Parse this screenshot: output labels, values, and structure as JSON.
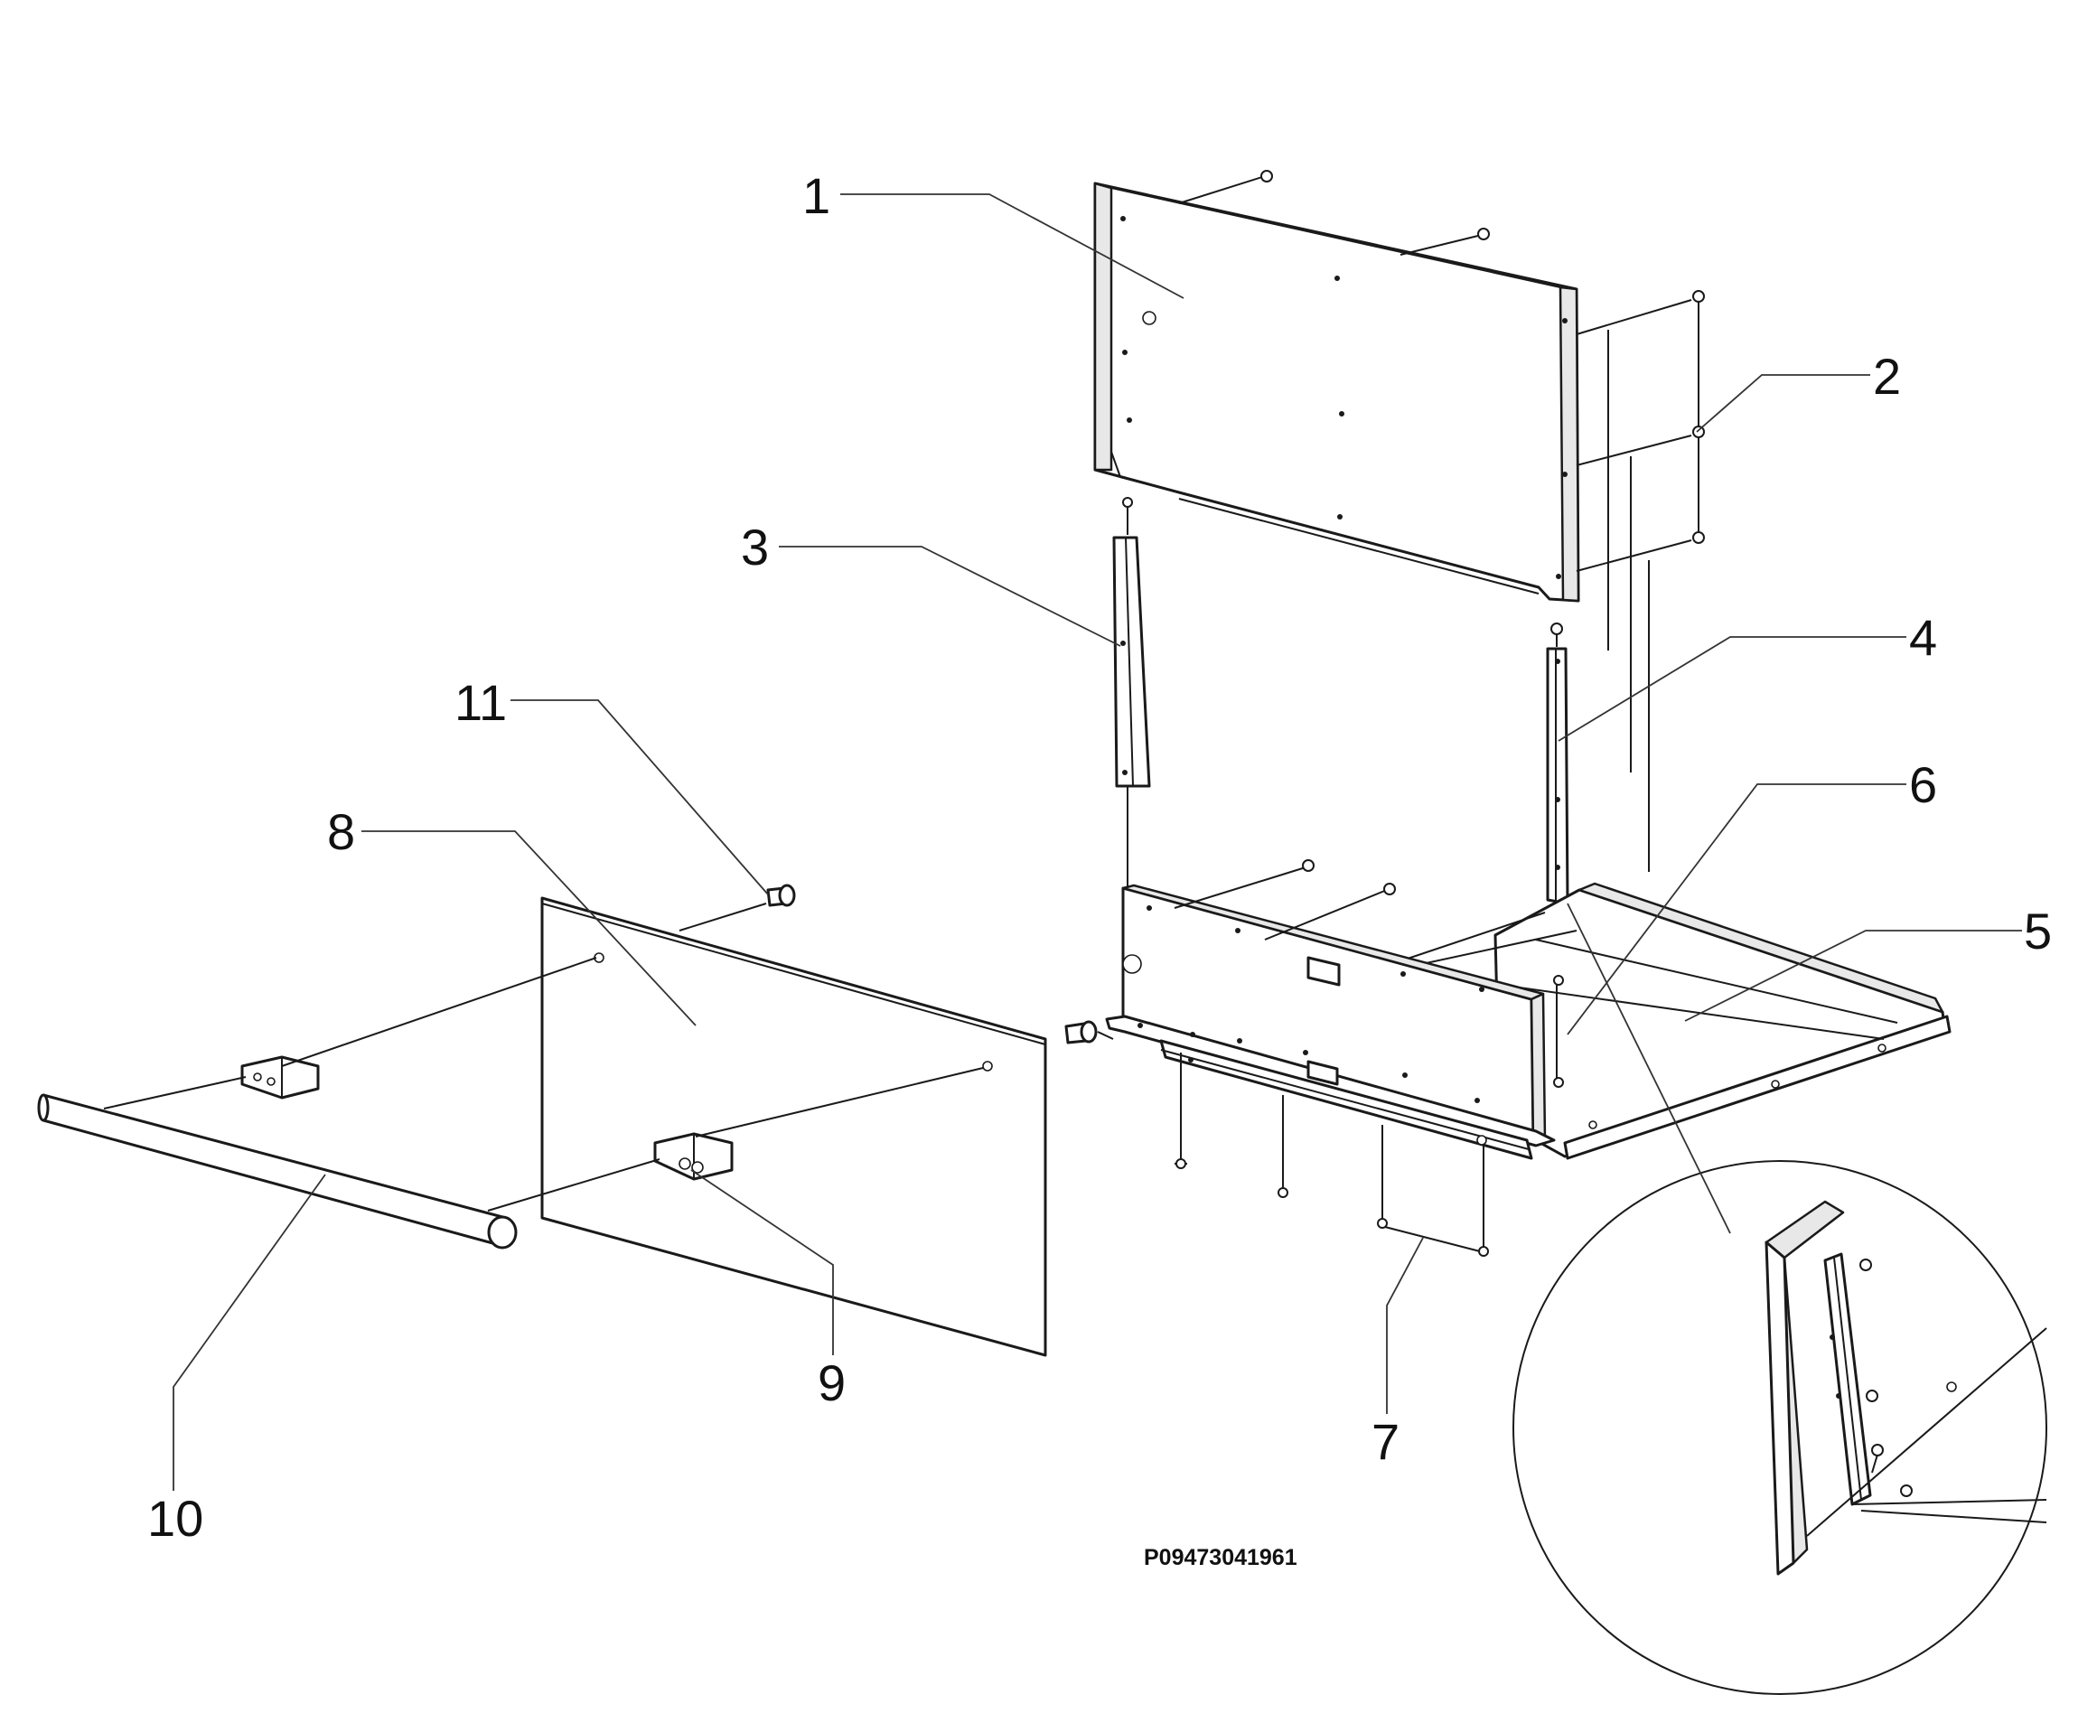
{
  "callouts": [
    {
      "id": "1",
      "label": "1"
    },
    {
      "id": "2",
      "label": "2"
    },
    {
      "id": "3",
      "label": "3"
    },
    {
      "id": "4",
      "label": "4"
    },
    {
      "id": "5",
      "label": "5"
    },
    {
      "id": "6",
      "label": "6"
    },
    {
      "id": "7",
      "label": "7"
    },
    {
      "id": "8",
      "label": "8"
    },
    {
      "id": "9",
      "label": "9"
    },
    {
      "id": "10",
      "label": "10"
    },
    {
      "id": "11",
      "label": "11"
    }
  ],
  "drawing_code": "P09473041961"
}
